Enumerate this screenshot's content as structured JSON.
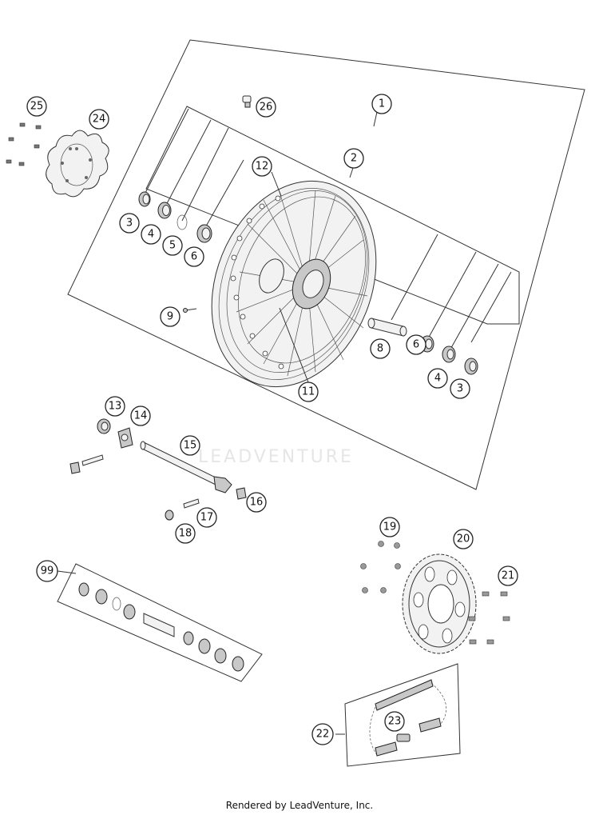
{
  "callouts": {
    "c1": "1",
    "c2": "2",
    "c3a": "3",
    "c3b": "3",
    "c4a": "4",
    "c4b": "4",
    "c5": "5",
    "c6a": "6",
    "c6b": "6",
    "c8": "8",
    "c9": "9",
    "c11": "11",
    "c12": "12",
    "c13": "13",
    "c14": "14",
    "c15": "15",
    "c16": "16",
    "c17": "17",
    "c18": "18",
    "c19": "19",
    "c20": "20",
    "c21": "21",
    "c22": "22",
    "c23": "23",
    "c24": "24",
    "c25": "25",
    "c26": "26",
    "c99": "99"
  },
  "watermark": "LEADVENTURE",
  "footer": "Rendered by LeadVenture, Inc."
}
